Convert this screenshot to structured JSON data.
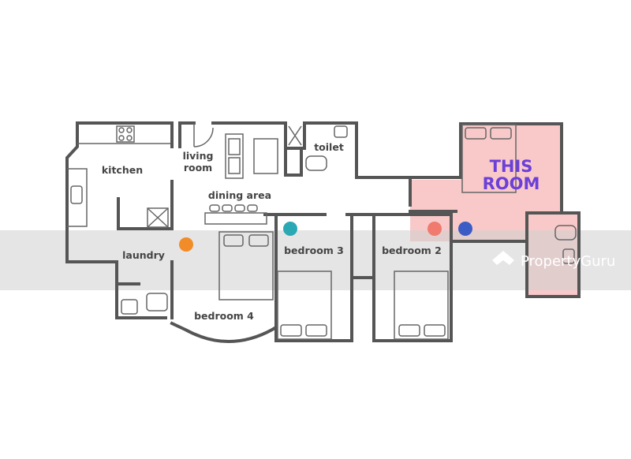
{
  "rooms": {
    "kitchen": "kitchen",
    "living_room_line1": "living",
    "living_room_line2": "room",
    "toilet": "toilet",
    "dining_area": "dining area",
    "laundry": "laundry",
    "bedroom_3": "bedroom 3",
    "bedroom_2": "bedroom 2",
    "bedroom_4": "bedroom 4"
  },
  "highlight": {
    "line1": "THIS",
    "line2": "ROOM",
    "fill_color": "#f9c9c9",
    "text_color": "#6b3fd8"
  },
  "markers": [
    {
      "name": "orange-dot",
      "color": "#f28c28"
    },
    {
      "name": "teal-dot",
      "color": "#2aa8b3"
    },
    {
      "name": "coral-dot",
      "color": "#f07a6e"
    },
    {
      "name": "blue-dot",
      "color": "#3b5cc4"
    }
  ],
  "watermark": {
    "text": "PropertyGuru"
  },
  "colors": {
    "wall": "#555555",
    "fixture": "#666666"
  }
}
